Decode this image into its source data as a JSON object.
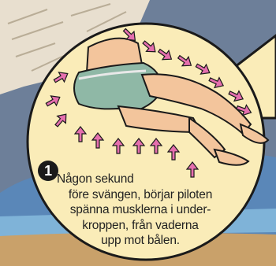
{
  "step": {
    "number": "1"
  },
  "caption": {
    "lines": [
      "Någon sekund",
      "före svängen, börjar piloten",
      "spänna musklerna i under-",
      "kroppen, från vaderna",
      "upp mot bålen."
    ]
  },
  "colors": {
    "bubble_fill": "#faecb8",
    "bubble_stroke": "#1a1a1a",
    "arrow_pink": "#e56fae",
    "shorts": "#8fb8a6",
    "skin": "#f3c59c",
    "sky": "#6d7f99",
    "mountain": "#5a87b8",
    "sand": "#c9a16a"
  },
  "icons": [
    "inward-arrow-icon",
    "step-number-icon"
  ]
}
